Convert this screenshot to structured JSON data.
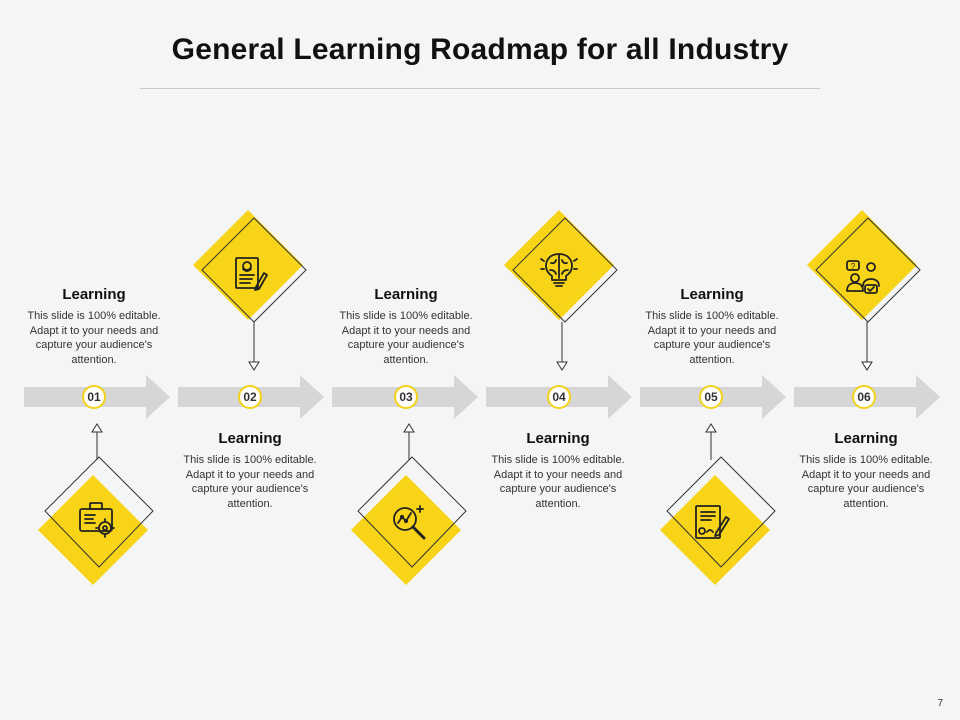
{
  "title": "General Learning Roadmap for all Industry",
  "page_number": "7",
  "colors": {
    "accent": "#f7d417",
    "arrow": "#d6d6d6",
    "badge_border": "#f2d21b"
  },
  "steps": [
    {
      "number": "01",
      "heading": "Learning",
      "body": "This slide is 100% editable. Adapt it to your needs and capture your audience's attention.",
      "icon": "gear-toolbox-icon"
    },
    {
      "number": "02",
      "heading": "Learning",
      "body": "This slide is 100% editable. Adapt it to your needs and capture your audience's attention.",
      "icon": "resume-document-pencil-icon"
    },
    {
      "number": "03",
      "heading": "Learning",
      "body": "This slide is 100% editable. Adapt it to your needs and capture your audience's attention.",
      "icon": "magnifier-chart-icon"
    },
    {
      "number": "04",
      "heading": "Learning",
      "body": "This slide is 100% editable. Adapt it to your needs and capture your audience's attention.",
      "icon": "brain-lightbulb-icon"
    },
    {
      "number": "05",
      "heading": "Learning",
      "body": "This slide is 100% editable. Adapt it to your needs and capture your audience's attention.",
      "icon": "contract-signature-icon"
    },
    {
      "number": "06",
      "heading": "Learning",
      "body": "This slide is 100% editable. Adapt it to your needs and capture your audience's attention.",
      "icon": "team-discussion-icon"
    }
  ]
}
